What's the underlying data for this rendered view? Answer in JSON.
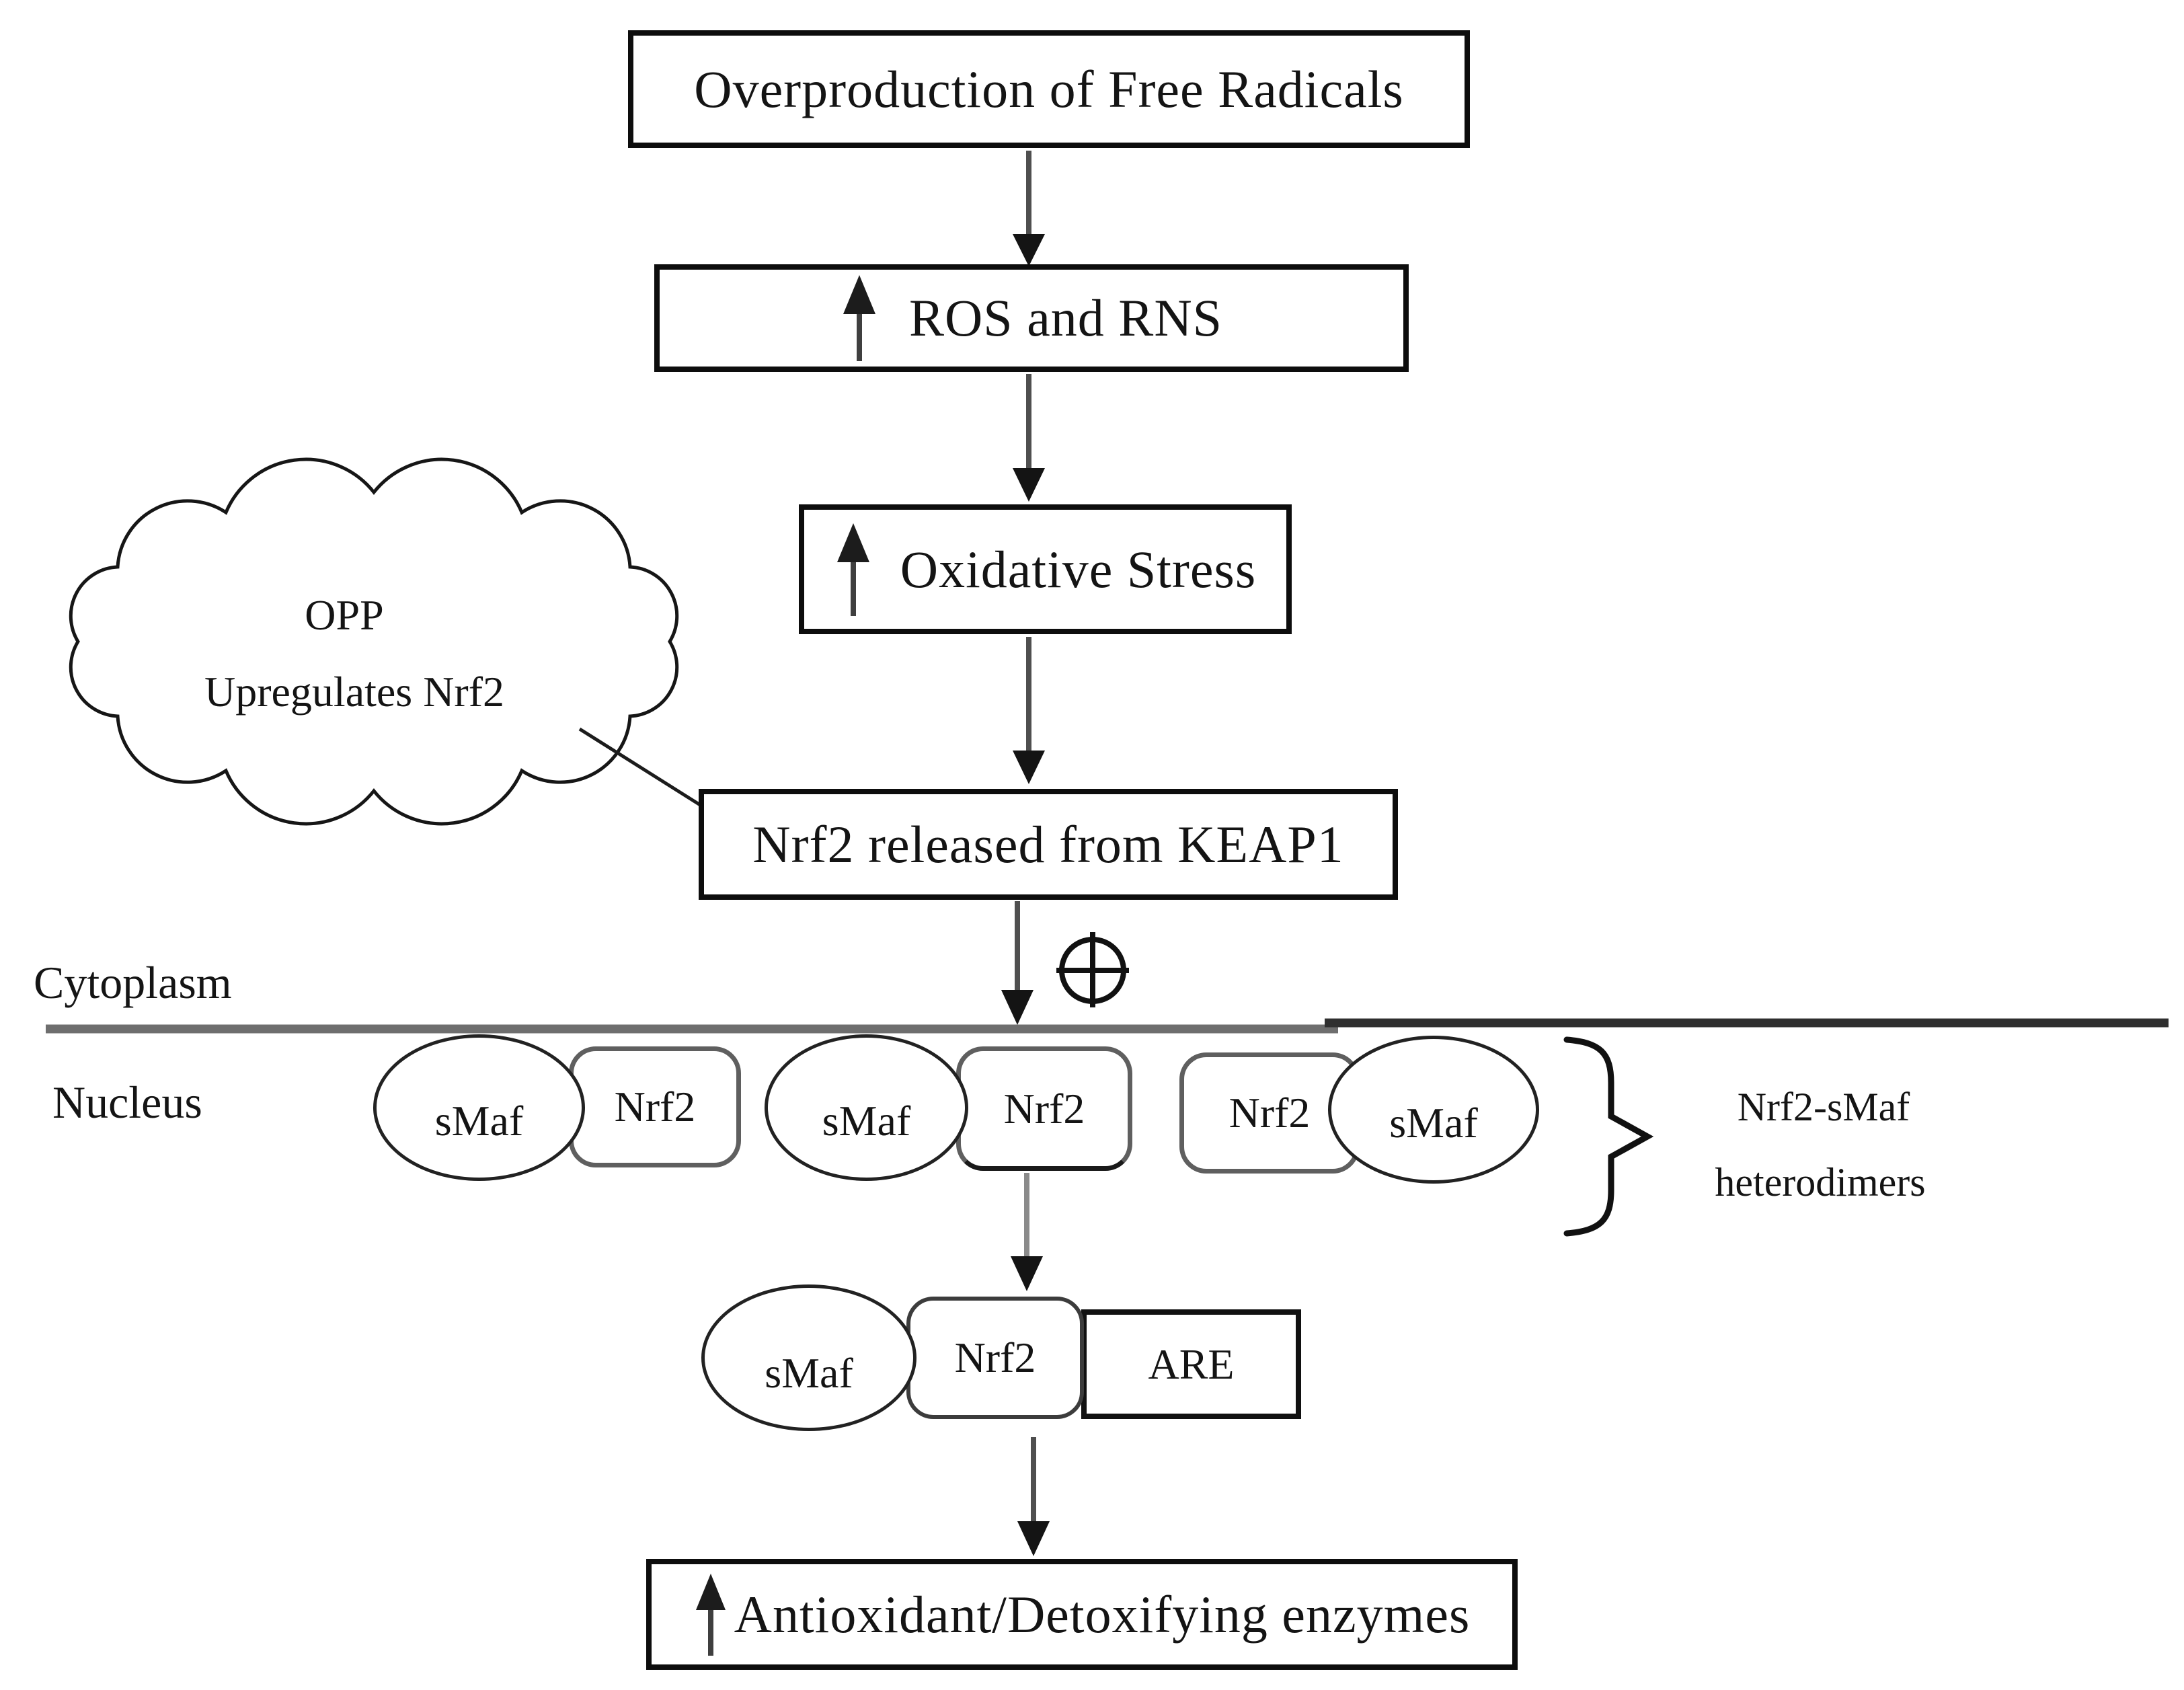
{
  "figure": {
    "boxes": {
      "free_radicals": "Overproduction of Free Radicals",
      "ros_rns": "ROS and RNS",
      "oxidative_stress": "Oxidative Stress",
      "nrf2_released": "Nrf2 released from KEAP1",
      "enzymes": "Antioxidant/Detoxifying enzymes"
    },
    "cloud": {
      "line1": "OPP",
      "line2": "Upregulates Nrf2"
    },
    "labels": {
      "cytoplasm": "Cytoplasm",
      "nucleus": "Nucleus",
      "bracket_line1": "Nrf2-sMaf",
      "bracket_line2": "heterodimers"
    },
    "nucleus_row": {
      "pair1": {
        "oval": "sMaf",
        "rect": "Nrf2"
      },
      "pair2": {
        "oval": "sMaf",
        "rect": "Nrf2"
      },
      "pair3": {
        "rect": "Nrf2",
        "oval": "sMaf"
      }
    },
    "are_complex": {
      "oval": "sMaf",
      "rect": "Nrf2",
      "are": "ARE"
    },
    "symbols": {
      "plus_circle": "circled-plus"
    },
    "colors": {
      "ink": "#141414",
      "arrow_stem": "#4f4f4f",
      "membrane_left": "#6e6e6e",
      "membrane_right": "#2f2f2f",
      "dimer_rect_border": "#5f5f5f"
    }
  }
}
